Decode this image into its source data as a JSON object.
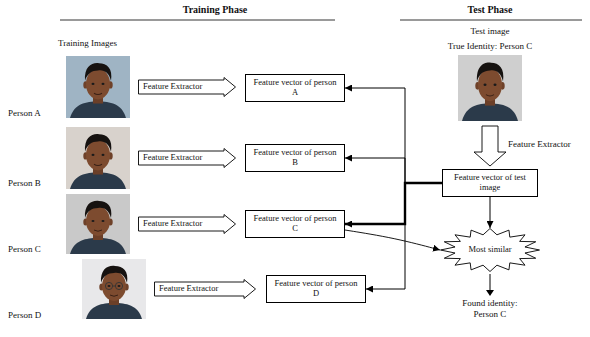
{
  "diagram": {
    "nodes": [
      {
        "text": [
          "Feature Extractor"
        ]
      },
      {
        "text": [
          "Feature vector of person A"
        ]
      },
      {
        "text": [
          "Feature Extractor"
        ]
      },
      {
        "text": [
          "Feature vector of person B"
        ]
      },
      {
        "text": [
          "Feature Extractor"
        ]
      },
      {
        "text": [
          "Feature vector of person C"
        ]
      },
      {
        "text": [
          "Feature Extractor"
        ]
      },
      {
        "text": [
          "Feature vector of person D"
        ]
      },
      {
        "text": [
          "Feature vector of test image"
        ]
      },
      {
        "text": [
          "Most similar"
        ]
      }
    ],
    "edges": [
      {
        "from": 8,
        "to": 1,
        "arrow": "to"
      },
      {
        "from": 8,
        "to": 3,
        "arrow": "to"
      },
      {
        "from": 8,
        "to": 5,
        "arrow": "to"
      },
      {
        "from": 8,
        "to": 7,
        "arrow": "to"
      },
      {
        "from": 5,
        "to": 9,
        "arrow": "to"
      },
      {
        "from": 8,
        "to": 9,
        "arrow": "to"
      }
    ],
    "labels": [
      "Training Phase",
      "Test Phase",
      "Training Images",
      "Person A",
      "Person B",
      "Person C",
      "Person D",
      "Test image",
      "True Identity: Person C",
      "Feature Extractor",
      "Found identity: Person C"
    ]
  }
}
